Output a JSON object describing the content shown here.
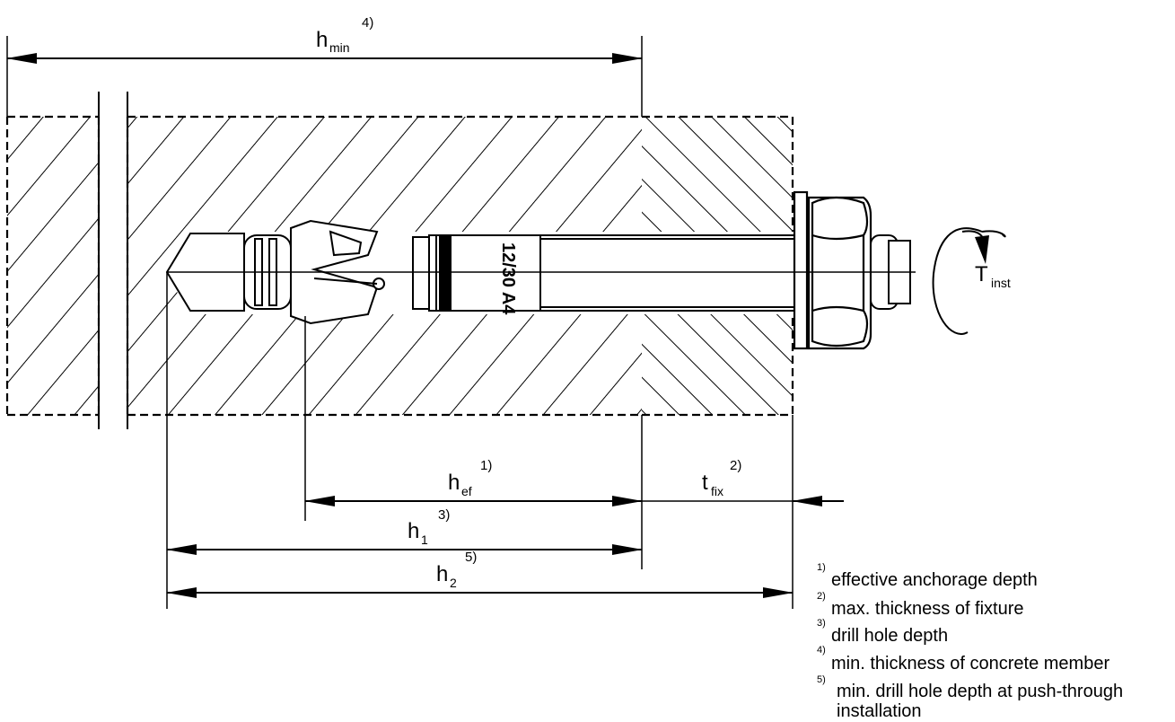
{
  "dimensions": {
    "h_min": {
      "base": "h",
      "sub": "min",
      "note": "4)"
    },
    "h_ef": {
      "base": "h",
      "sub": "ef",
      "note": "1)"
    },
    "t_fix": {
      "base": "t",
      "sub": "fix",
      "note": "2)"
    },
    "h_1": {
      "base": "h",
      "sub": "1",
      "note": "3)"
    },
    "h_2": {
      "base": "h",
      "sub": "2",
      "note": "5)"
    }
  },
  "torque": {
    "base": "T",
    "sub": "inst"
  },
  "anchor_marking": "12/30 A4",
  "footnotes": [
    {
      "num": "1)",
      "text": "effective anchorage depth"
    },
    {
      "num": "2)",
      "text": "max. thickness of fixture"
    },
    {
      "num": "3)",
      "text": "drill hole depth"
    },
    {
      "num": "4)",
      "text": "min. thickness of concrete member"
    },
    {
      "num": "5)",
      "text": "min. drill hole depth at push-through",
      "text2": "installation"
    }
  ]
}
